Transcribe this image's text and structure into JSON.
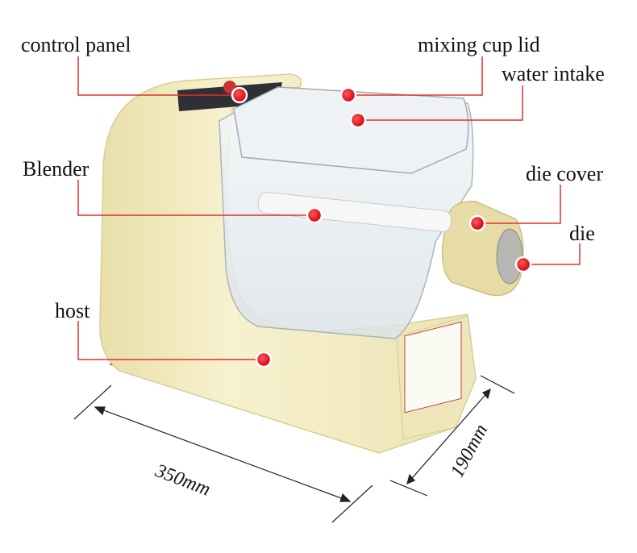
{
  "labels": {
    "control_panel": "control panel",
    "mixing_cup_lid": "mixing cup lid",
    "water_intake": "water intake",
    "blender": "Blender",
    "die_cover": "die cover",
    "die": "die",
    "host": "host"
  },
  "dimensions": {
    "width": "350mm",
    "depth": "190mm"
  },
  "colors": {
    "leader_line": "#e0312b",
    "marker": "#e8101a",
    "body": "#f3ecc2",
    "base": "#3b3d43"
  }
}
